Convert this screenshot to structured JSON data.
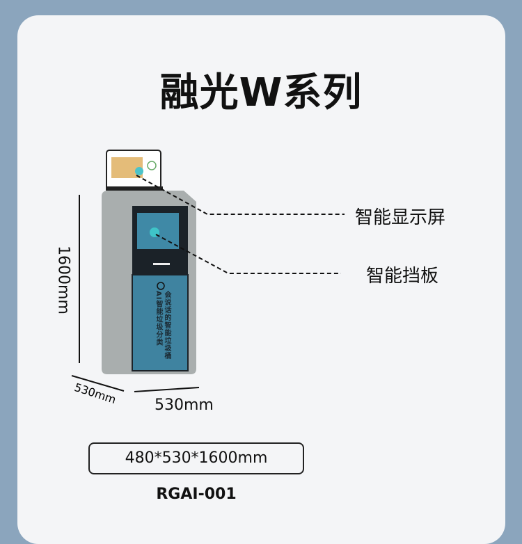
{
  "title": "融光W系列",
  "callouts": {
    "display": "智能显示屏",
    "baffle": "智能挡板"
  },
  "dimensions": {
    "height": "1600mm",
    "depth": "530mm",
    "width": "530mm"
  },
  "bin_text": {
    "line1": "会说话的智能垃圾桶",
    "line2": "AI智能垃圾分类"
  },
  "spec": "480*530*1600mm",
  "model": "RGAI-001"
}
